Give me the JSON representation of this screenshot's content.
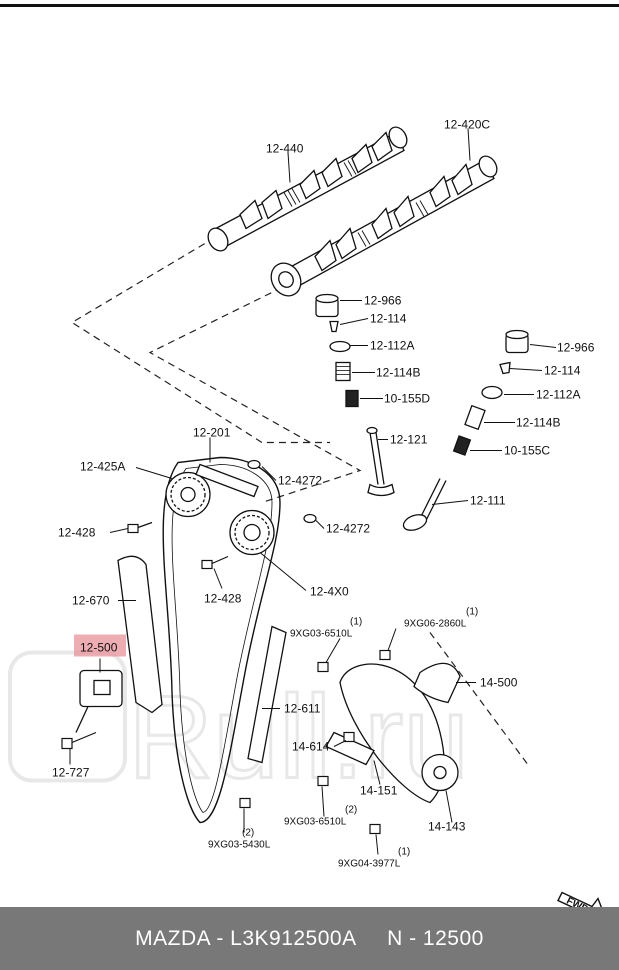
{
  "labels": {
    "l_12_440": "12-440",
    "l_12_420c": "12-420C",
    "l_12_966a": "12-966",
    "l_12_114a": "12-114",
    "l_12_112aa": "12-112A",
    "l_12_114ba": "12-114B",
    "l_10_155d": "10-155D",
    "l_12_121": "12-121",
    "l_12_966b": "12-966",
    "l_12_114b": "12-114",
    "l_12_112ab": "12-112A",
    "l_12_114bb": "12-114B",
    "l_10_155c": "10-155C",
    "l_12_111": "12-111",
    "l_12_201": "12-201",
    "l_12_425a": "12-425A",
    "l_12_4272a": "12-4272",
    "l_12_4272b": "12-4272",
    "l_12_428a": "12-428",
    "l_12_428b": "12-428",
    "l_12_4x0": "12-4X0",
    "l_12_670": "12-670",
    "l_12_500": "12-500",
    "l_12_727": "12-727",
    "l_9xg03_6510l_a": "9XG03-6510L",
    "l_9xg03_6510l_a_qty": "(1)",
    "l_9xg06_2860l": "9XG06-2860L",
    "l_9xg06_2860l_qty": "(1)",
    "l_14_500": "14-500",
    "l_12_611": "12-611",
    "l_14_614": "14-614",
    "l_14_151": "14-151",
    "l_14_143": "14-143",
    "l_9xg03_6510l_b": "9XG03-6510L",
    "l_9xg03_6510l_b_qty": "(2)",
    "l_9xg03_5430l": "9XG03-5430L",
    "l_9xg03_5430l_qty": "(2)",
    "l_9xg04_3977l": "9XG04-3977L",
    "l_9xg04_3977l_qty": "(1)",
    "fwd": "FWD"
  },
  "highlight_color": "#e8919a",
  "footer": {
    "text": "MAZDA - L3K912500A     N - 12500"
  }
}
